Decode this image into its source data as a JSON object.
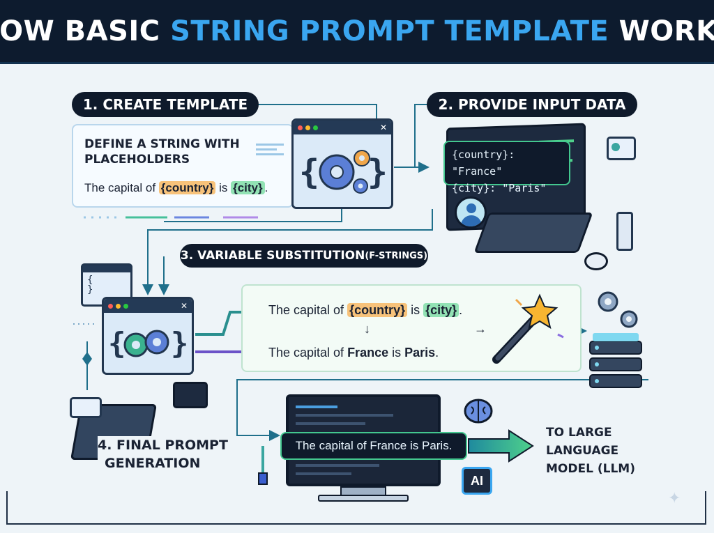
{
  "title": {
    "part1": "HOW BASIC ",
    "part2": "STRING PROMPT TEMPLATE",
    "part3": " WORKS"
  },
  "step1": {
    "label": "1. CREATE TEMPLATE",
    "heading_line1": "DEFINE A STRING WITH",
    "heading_line2": "PLACEHOLDERS",
    "template_before": "The capital of ",
    "placeholder_country": "{country}",
    "template_mid": " is ",
    "placeholder_city": "{city}",
    "template_end": "."
  },
  "step2": {
    "label": "2. PROVIDE INPUT DATA",
    "code_line1": "{country}: \"France\"",
    "code_line2": "{city}: \"Paris\""
  },
  "step3": {
    "label_main": "3. VARIABLE SUBSTITUTION ",
    "label_small": "(F-STRINGS)",
    "line1_before": "The capital of ",
    "line1_country": "{country}",
    "line1_mid": " is ",
    "line1_city": "{city}",
    "line1_end": ".",
    "down_arrow": "↓",
    "right_arrow": "→",
    "line2_before": "The capital of ",
    "line2_country": "France",
    "line2_mid": " is ",
    "line2_city": "Paris",
    "line2_end": "."
  },
  "step4": {
    "label_line1": "4. FINAL PROMPT",
    "label_line2": "GENERATION",
    "final_prompt": "The capital of France is Paris.",
    "ai_badge": "AI",
    "target_line1": "TO LARGE",
    "target_line2": "LANGUAGE",
    "target_line3": "MODEL (LLM)"
  },
  "colors": {
    "navy": "#0f1a2b",
    "accent": "#3aa6f0",
    "orange": "#f7c27a",
    "green": "#92e2b4",
    "teal": "#1f8a9e",
    "purple": "#7a5fd0"
  },
  "icons": [
    "gear-icon",
    "curly-braces-icon",
    "computer-icon",
    "user-icon",
    "magic-wand-icon",
    "server-icon",
    "brain-icon",
    "tablet-icon",
    "plant-icon"
  ]
}
